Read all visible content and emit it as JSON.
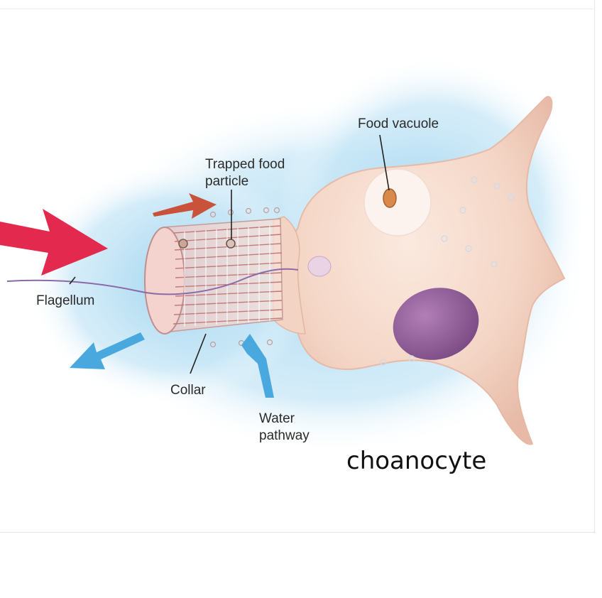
{
  "diagram": {
    "labels": {
      "food_vacuole": "Food vacuole",
      "trapped_food_line1": "Trapped food",
      "trapped_food_line2": "particle",
      "flagellum": "Flagellum",
      "collar": "Collar",
      "water_line1": "Water",
      "water_line2": "pathway"
    },
    "caption": "choanocyte"
  },
  "colors": {
    "cell_body": "#f4d6c6",
    "halo": "#a8d8f0",
    "nucleus": "#8e5a96",
    "incoming_arrow": "#e32a4e",
    "current_arrow": "#c8523a",
    "outgoing_arrow": "#49a9de"
  }
}
